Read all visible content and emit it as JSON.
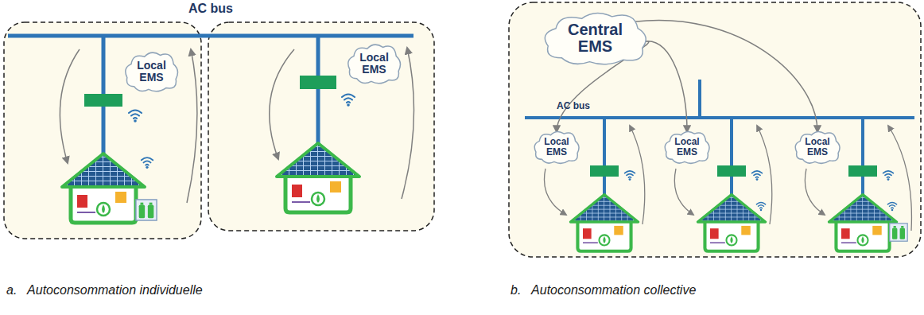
{
  "diagram": {
    "nodes": [
      {
        "text": [
          "Local EMS"
        ]
      },
      {
        "text": [
          "Local EMS"
        ]
      },
      {
        "text": [
          "Central EMS"
        ]
      },
      {
        "text": [
          "Local EMS"
        ]
      },
      {
        "text": [
          "Local EMS"
        ]
      },
      {
        "text": [
          "Local EMS"
        ]
      }
    ],
    "edges": [
      {
        "from": 2,
        "to": 3,
        "arrow": "to"
      },
      {
        "from": 2,
        "to": 4,
        "arrow": "to"
      },
      {
        "from": 2,
        "to": 5,
        "arrow": "to"
      }
    ],
    "labels": [
      "AC bus",
      "AC bus",
      "a.   Autoconsommation individuelle",
      "b.   Autoconsommation collective"
    ]
  }
}
